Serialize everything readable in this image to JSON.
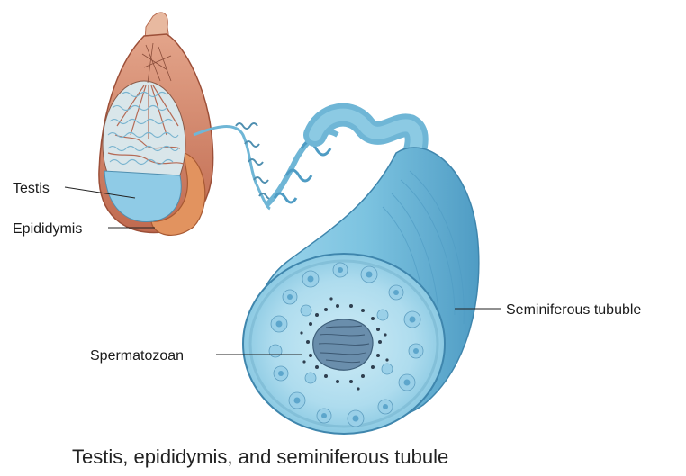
{
  "labels": {
    "testis": "Testis",
    "epididymis": "Epididymis",
    "seminiferous_tubule": "Seminiferous tububle",
    "spermatozoan": "Spermatozoan"
  },
  "caption": "Testis, epididymis, and seminiferous tubule",
  "colors": {
    "epididymis": "#d98a5c",
    "tunica": "#c9735a",
    "tubule": "#7cc3e0",
    "tubule_dark": "#4f9cc4",
    "lumen": "#5a7fa0"
  }
}
